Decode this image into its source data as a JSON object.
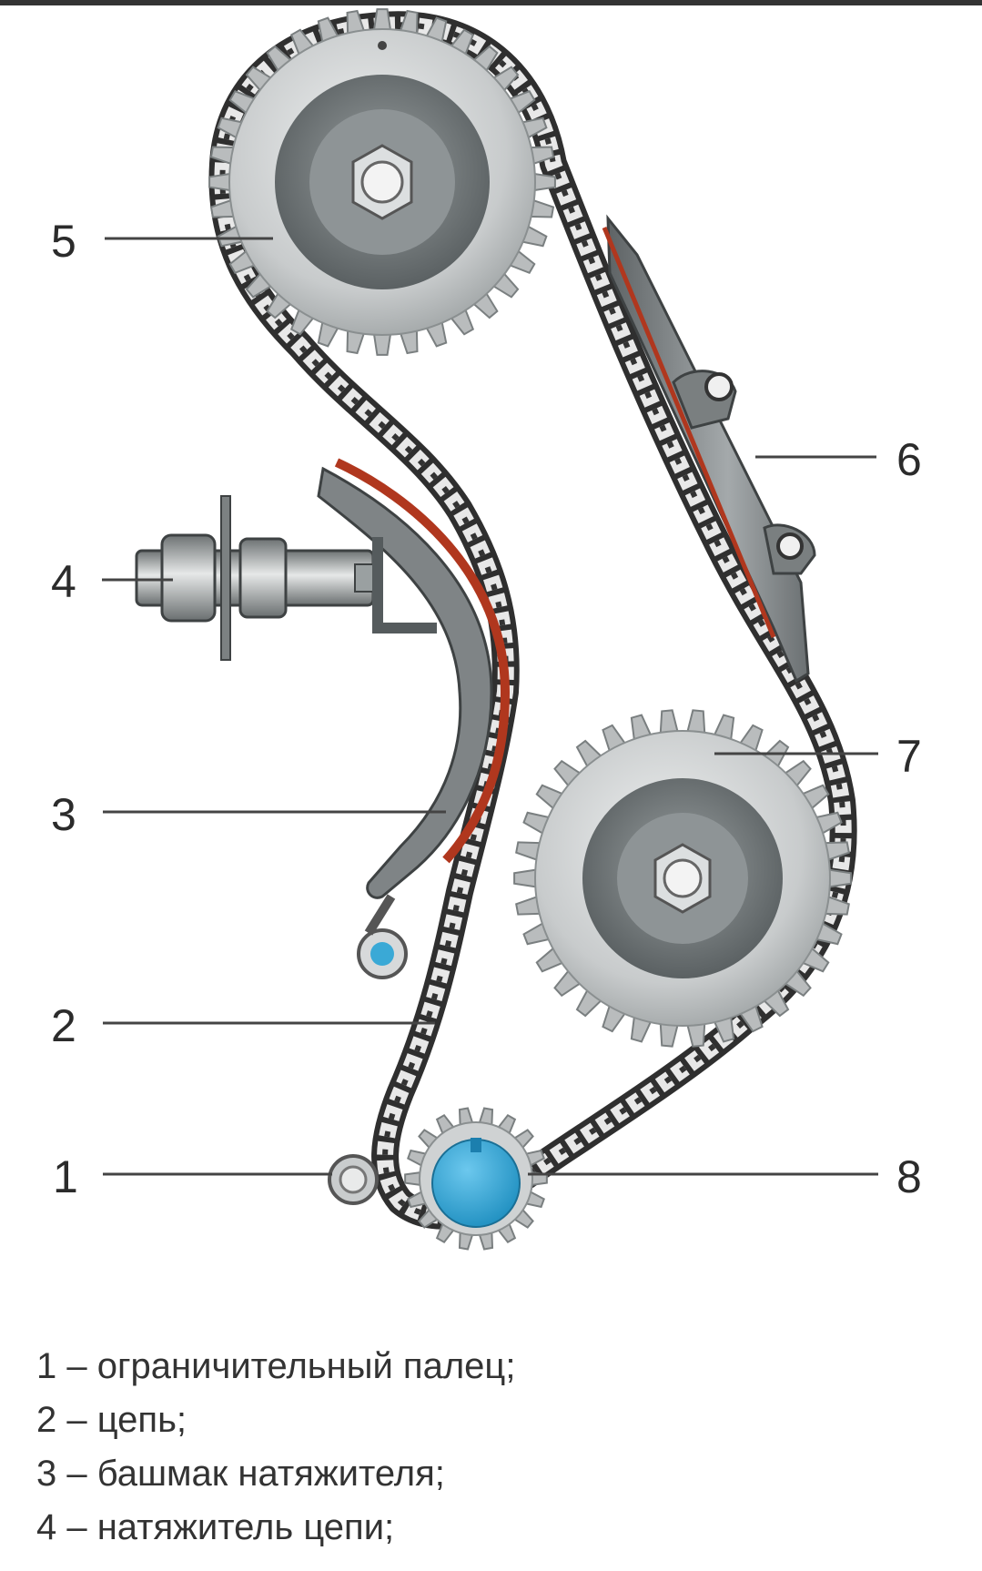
{
  "callouts": [
    {
      "id": "1",
      "label": "1"
    },
    {
      "id": "2",
      "label": "2"
    },
    {
      "id": "3",
      "label": "3"
    },
    {
      "id": "4",
      "label": "4"
    },
    {
      "id": "5",
      "label": "5"
    },
    {
      "id": "6",
      "label": "6"
    },
    {
      "id": "7",
      "label": "7"
    },
    {
      "id": "8",
      "label": "8"
    }
  ],
  "legend": [
    "1 – ограничительный палец;",
    "2 – цепь;",
    "3 – башмак натяжителя;",
    "4 – натяжитель цепи;"
  ],
  "colors": {
    "gear_light": "#d4d6d6",
    "gear_dark": "#7e8384",
    "chain": "#3a3a3a",
    "shoe_lining": "#b0371e",
    "hub_blue": "#3aa9d6",
    "tensioner_body": "#8f9496"
  }
}
